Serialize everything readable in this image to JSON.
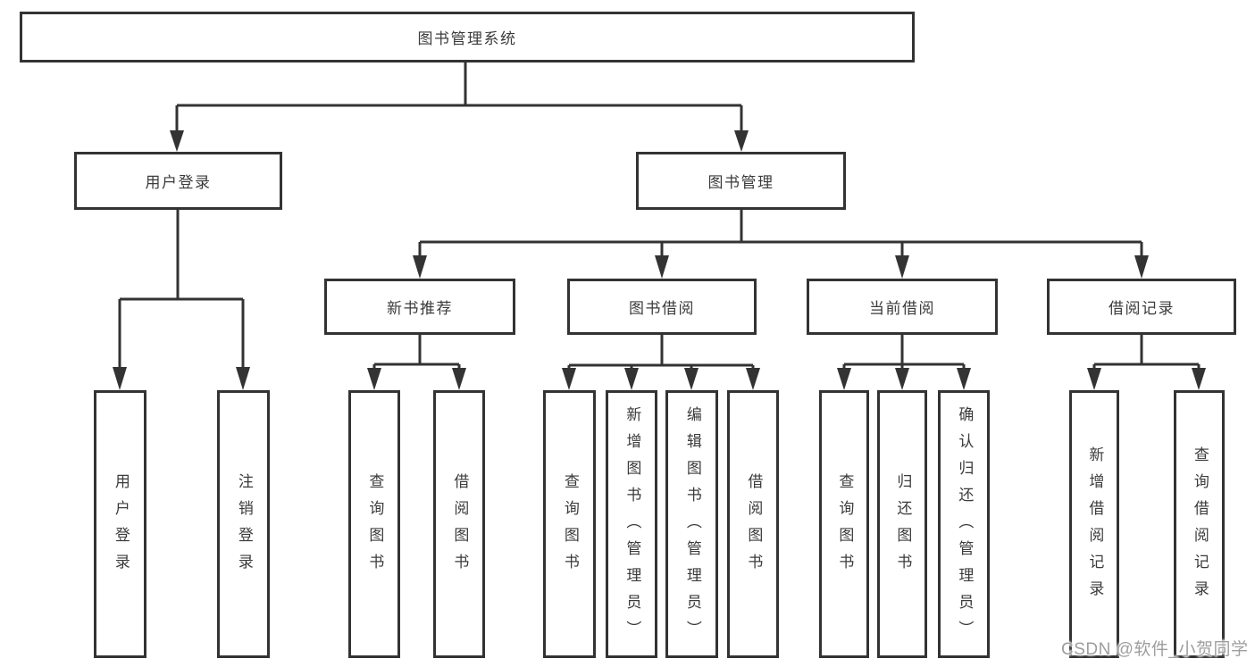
{
  "title": "图书管理系统",
  "watermark": "CSDN @软件_小贺同学",
  "colors": {
    "line": "#333333",
    "box_border": "#333333",
    "box_fill": "#ffffff",
    "text": "#3b3b3b",
    "watermark": "#9e9e9e",
    "background": "#ffffff"
  },
  "tree": {
    "label": "图书管理系统",
    "children": [
      {
        "label": "用户登录",
        "children": [
          {
            "label": "用户登录"
          },
          {
            "label": "注销登录"
          }
        ]
      },
      {
        "label": "图书管理",
        "children": [
          {
            "label": "新书推荐",
            "children": [
              {
                "label": "查询图书"
              },
              {
                "label": "借阅图书"
              }
            ]
          },
          {
            "label": "图书借阅",
            "children": [
              {
                "label": "查询图书"
              },
              {
                "label": "新增图书（管理员）"
              },
              {
                "label": "编辑图书（管理员）"
              },
              {
                "label": "借阅图书"
              }
            ]
          },
          {
            "label": "当前借阅",
            "children": [
              {
                "label": "查询图书"
              },
              {
                "label": "归还图书"
              },
              {
                "label": "确认归还（管理员）"
              }
            ]
          },
          {
            "label": "借阅记录",
            "children": [
              {
                "label": "新增借阅记录"
              },
              {
                "label": "查询借阅记录"
              }
            ]
          }
        ]
      }
    ]
  }
}
